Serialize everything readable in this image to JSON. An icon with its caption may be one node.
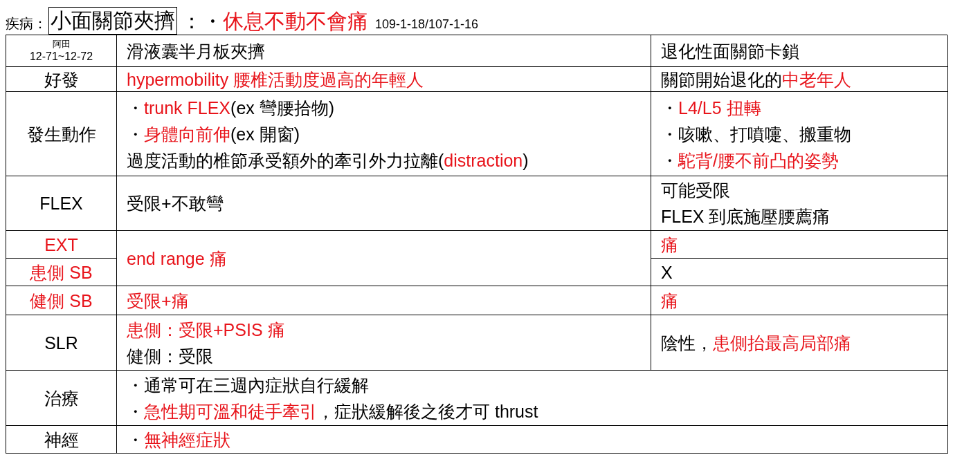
{
  "diagram": {
    "nodes": [
      {
        "text": [
          "小面關節夾擠"
        ]
      }
    ],
    "labels": [
      "疾病：",
      "：・*休息不動不會痛*",
      "109-1-18/107-1-16",
      "阿田",
      "12-71~12-72",
      "滑液囊半月板夾擠",
      "退化性面關節卡鎖",
      "好發",
      "*hypermobility 腰椎活動度過高的年輕人*",
      "關節開始退化的",
      "*中老年人*",
      "發生動作",
      "・*trunk FLEX*(ex 彎腰拾物)",
      "・*身體向前伸*(ex 開窗)",
      "過度活動的椎節承受額外的牽引外力拉離(*distraction*)",
      "・*L4/L5 扭轉*",
      "・咳嗽、打噴嚏、搬重物",
      "・*駝背/腰不前凸的姿勢*",
      "FLEX",
      "受限+不敢彎",
      "可能受限",
      "FLEX 到底施壓腰薦痛",
      "*EXT*",
      "*end range 痛*",
      "*痛*",
      "*患側 SB*",
      "X",
      "*健側 SB*",
      "*受限+痛*",
      "*痛*",
      "SLR",
      "*患側：受限+PSIS 痛*",
      "健側：受限",
      "陰性，*患側抬最高局部痛*",
      "治療",
      "・通常可在三週內症狀自行緩解",
      "・*急性期可溫和徒手牽引*，症狀緩解後之後才可 thrust",
      "神經",
      "・*無神經症狀*"
    ]
  }
}
